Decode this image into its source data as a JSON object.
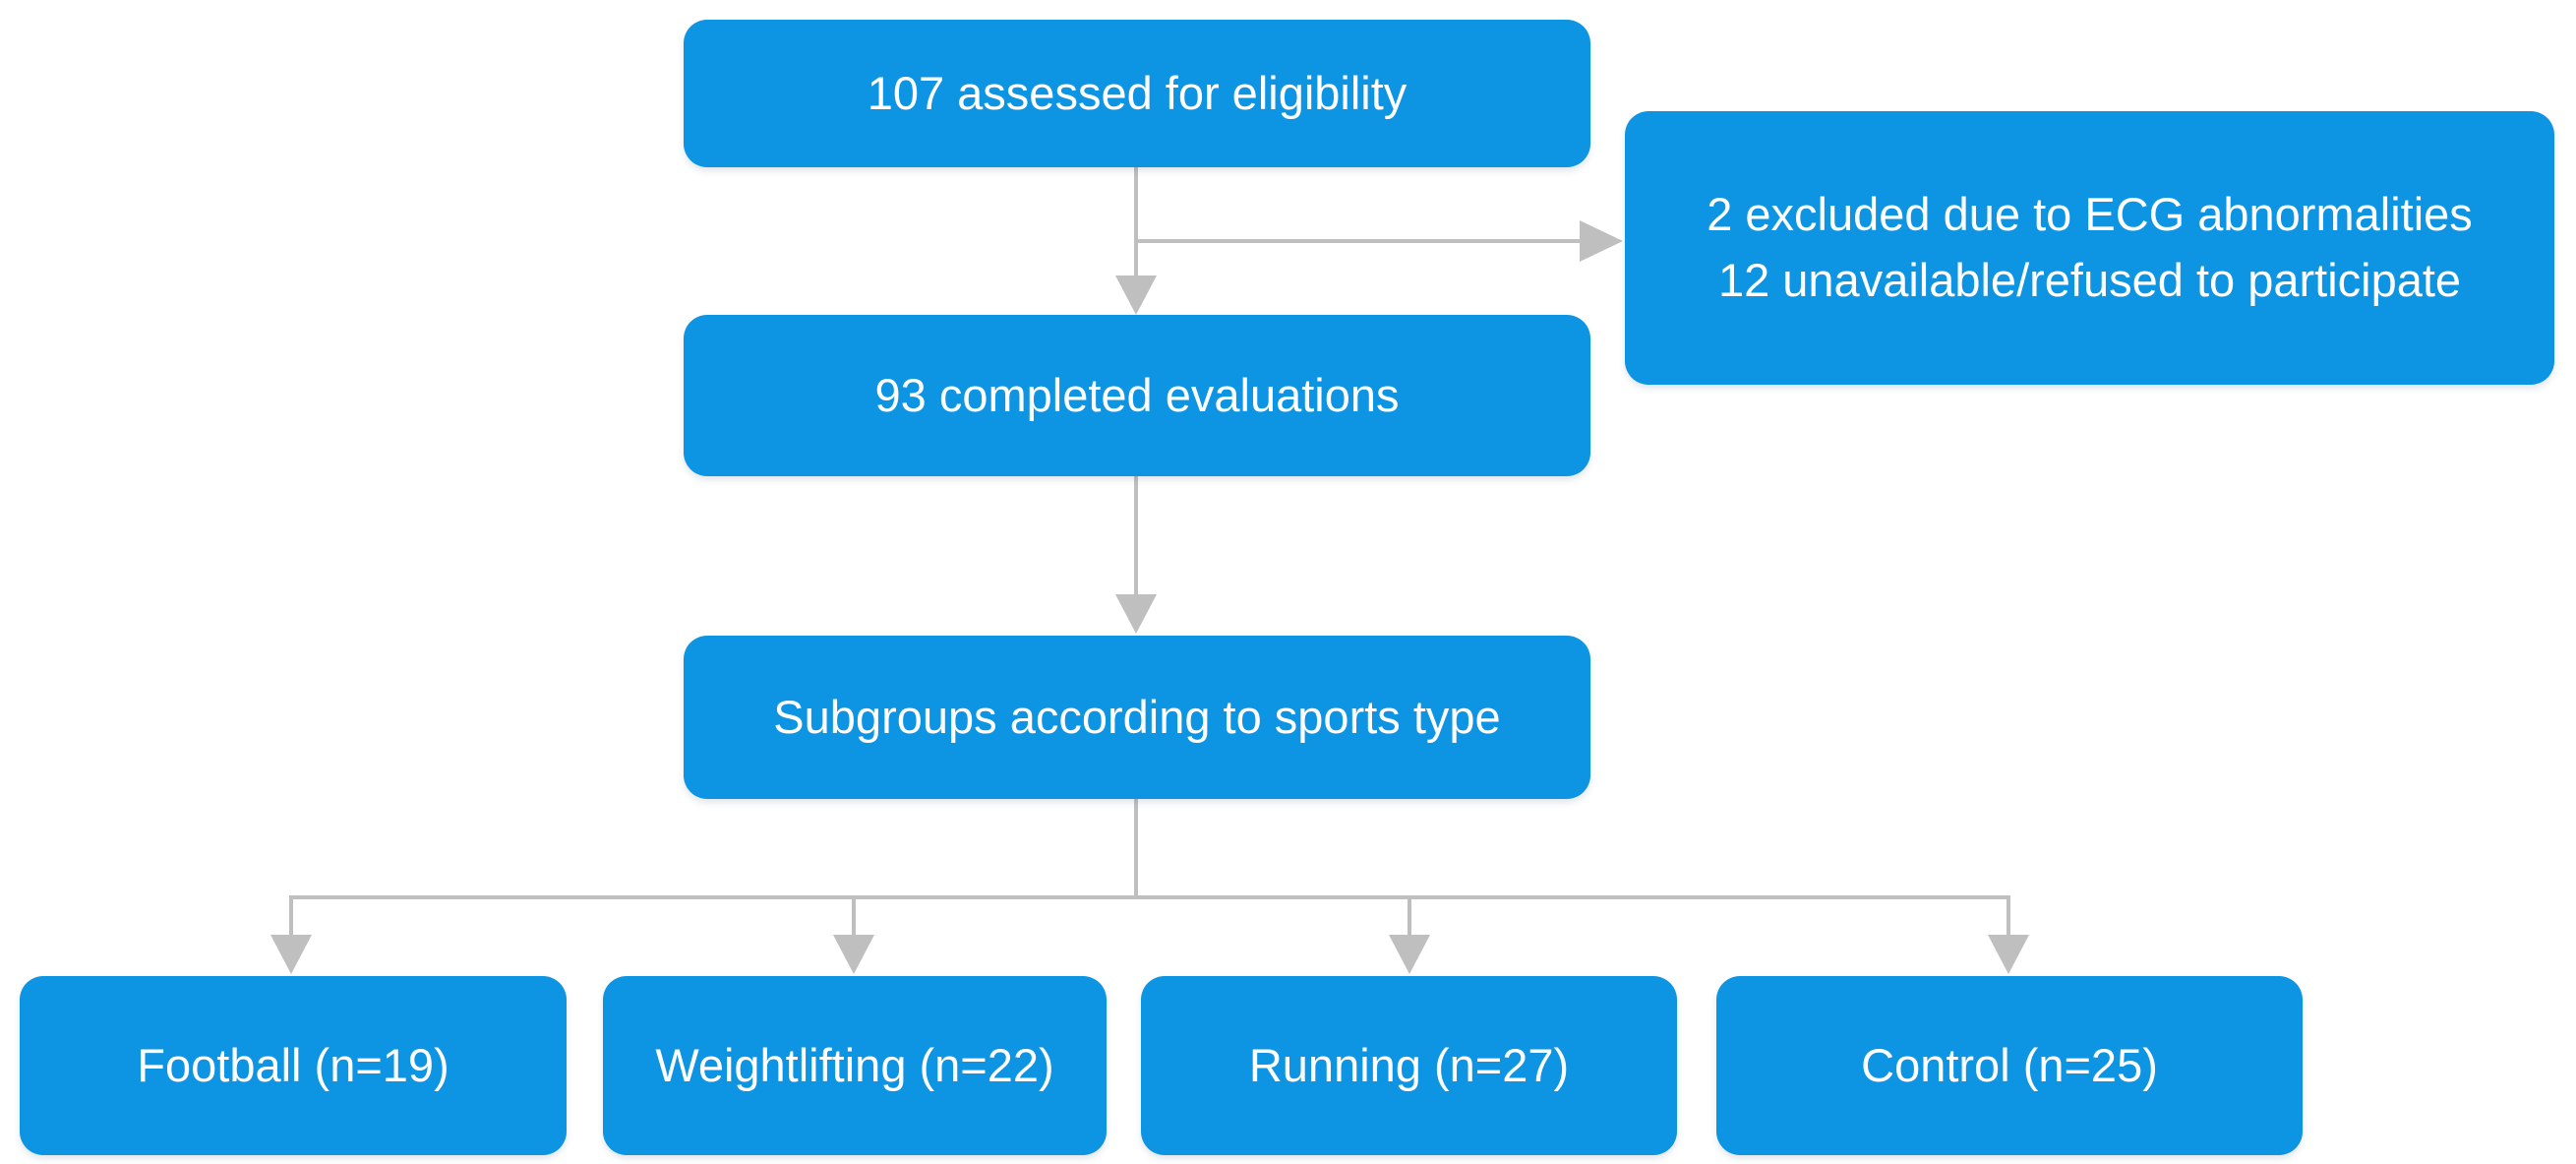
{
  "figure": {
    "type": "enrollment-flow-diagram",
    "colors": {
      "box": "#0d94e2",
      "text": "#ffffff",
      "connector": "#bfbfbf",
      "background": "#ffffff"
    },
    "nodes": {
      "assessed": {
        "label": "107 assessed for eligibility"
      },
      "excluded": {
        "line1": "2 excluded due to ECG abnormalities",
        "line2": "12 unavailable/refused to participate"
      },
      "completed": {
        "label": "93 completed evaluations"
      },
      "subgroups": {
        "label": "Subgroups according to sports type"
      },
      "football": {
        "label": "Football (n=19)"
      },
      "weightlifting": {
        "label": "Weightlifting (n=22)"
      },
      "running": {
        "label": "Running (n=27)"
      },
      "control": {
        "label": "Control (n=25)"
      }
    },
    "edges": [
      {
        "from": "assessed",
        "to": "excluded"
      },
      {
        "from": "assessed",
        "to": "completed"
      },
      {
        "from": "completed",
        "to": "subgroups"
      },
      {
        "from": "subgroups",
        "to": "football"
      },
      {
        "from": "subgroups",
        "to": "weightlifting"
      },
      {
        "from": "subgroups",
        "to": "running"
      },
      {
        "from": "subgroups",
        "to": "control"
      }
    ]
  }
}
